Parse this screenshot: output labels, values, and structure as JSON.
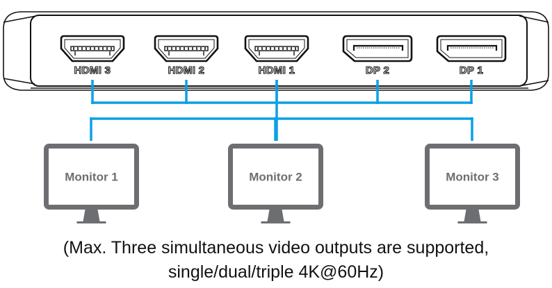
{
  "device": {
    "ports": [
      {
        "id": "hdmi3",
        "type": "HDMI",
        "label": "HDMI 3"
      },
      {
        "id": "hdmi2",
        "type": "HDMI",
        "label": "HDMI 2"
      },
      {
        "id": "hdmi1",
        "type": "HDMI",
        "label": "HDMI 1"
      },
      {
        "id": "dp2",
        "type": "DisplayPort",
        "label": "DP 2"
      },
      {
        "id": "dp1",
        "type": "DisplayPort",
        "label": "DP 1"
      }
    ]
  },
  "monitors": [
    {
      "label": "Monitor 1"
    },
    {
      "label": "Monitor 2"
    },
    {
      "label": "Monitor 3"
    }
  ],
  "caption": {
    "line1": "(Max. Three simultaneous video outputs are supported,",
    "line2": "single/dual/triple 4K@60Hz)"
  },
  "colors": {
    "cable": "#0aa0e6",
    "monitor": "#6d6e71",
    "outline": "#111111"
  }
}
